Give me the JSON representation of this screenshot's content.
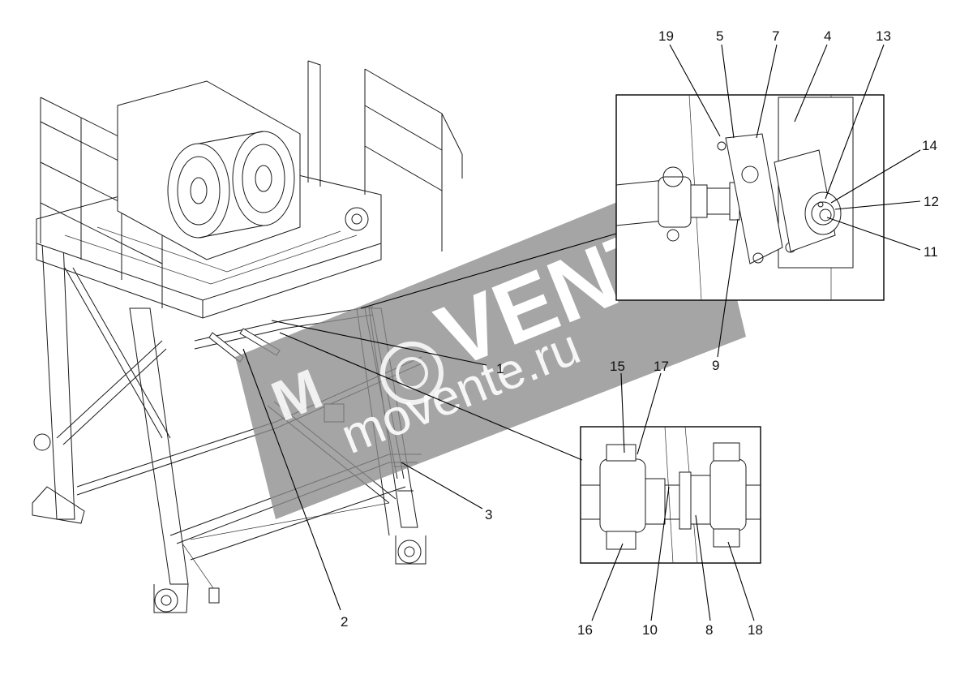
{
  "callouts": {
    "c1": "1",
    "c2": "2",
    "c3": "3",
    "c4": "4",
    "c5": "5",
    "c7": "7",
    "c8": "8",
    "c9": "9",
    "c10": "10",
    "c11": "11",
    "c12": "12",
    "c13": "13",
    "c14": "14",
    "c15": "15",
    "c16": "16",
    "c17": "17",
    "c18": "18",
    "c19": "19"
  },
  "watermark": {
    "brand": "VENTE",
    "brand_prefix": "M",
    "domain": "movente.ru"
  },
  "colors": {
    "line": "#1a1a1a",
    "watermark_band": "#8c8c8c",
    "watermark_text": "#ffffff",
    "background": "#ffffff"
  }
}
